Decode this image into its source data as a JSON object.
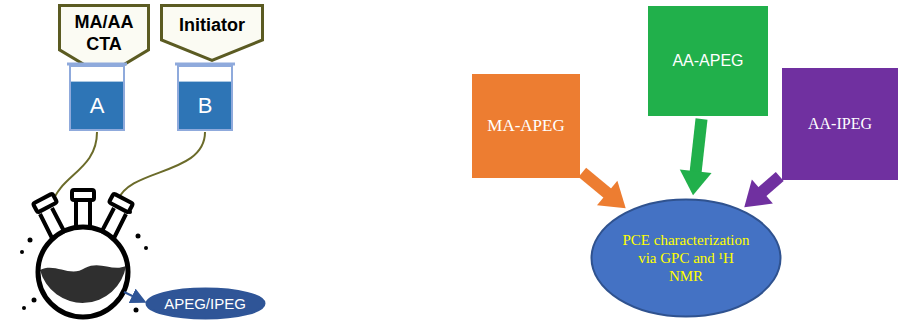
{
  "diagram": {
    "nodes": [
      {
        "text": [
          "MA/AA CTA"
        ]
      },
      {
        "text": [
          "Initiator"
        ]
      },
      {
        "text": [
          "A"
        ]
      },
      {
        "text": [
          "B"
        ]
      },
      {
        "text": [
          "APEG/IPEG"
        ]
      },
      {
        "text": [
          "MA-APEG"
        ]
      },
      {
        "text": [
          "AA-APEG"
        ]
      },
      {
        "text": [
          "AA-IPEG"
        ]
      },
      {
        "text": [
          "PCE characterization via GPC and ¹H NMR"
        ]
      }
    ],
    "edges": [
      {
        "from": 5,
        "to": 8,
        "arrow": "to"
      },
      {
        "from": 6,
        "to": 8,
        "arrow": "to"
      },
      {
        "from": 7,
        "to": 8,
        "arrow": "to"
      }
    ]
  }
}
